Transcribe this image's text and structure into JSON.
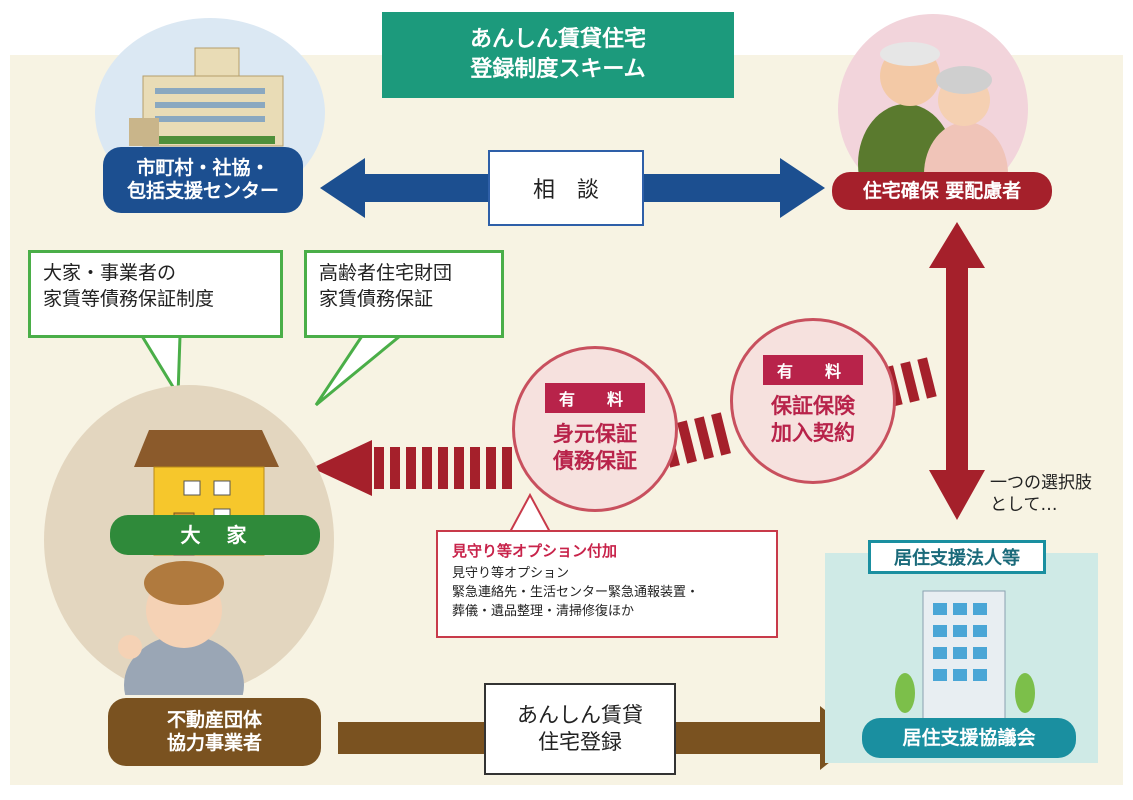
{
  "title": {
    "line1": "あんしん賃貸住宅",
    "line2": "登録制度スキーム"
  },
  "nodes": {
    "municipal": {
      "line1": "市町村・社協・",
      "line2": "包括支援センター"
    },
    "consult_label": "相　談",
    "requirer": "住宅確保 要配慮者",
    "landlord_system": {
      "line1": "大家・事業者の",
      "line2": "家賃等債務保証制度"
    },
    "elderly_foundation": {
      "line1": "高齢者住宅財団",
      "line2": "家賃債務保証"
    },
    "landlord": "大　家",
    "fee1": {
      "badge": "有　料",
      "line1": "身元保証",
      "line2": "債務保証"
    },
    "fee2": {
      "badge": "有　料",
      "line1": "保証保険",
      "line2": "加入契約"
    },
    "choice": {
      "line1": "一つの選択肢",
      "line2": "として…"
    },
    "options": {
      "title": "見守り等オプション付加",
      "line1": "見守り等オプション",
      "line2": "緊急連絡先・生活センター緊急通報装置・",
      "line3": "葬儀・遺品整理・清掃修復ほか"
    },
    "support_corp": "居住支援法人等",
    "realestate": {
      "line1": "不動産団体",
      "line2": "協力事業者"
    },
    "register": {
      "line1": "あんしん賃貸",
      "line2": "住宅登録"
    },
    "council": "居住支援協議会"
  },
  "colors": {
    "navy": "#1c4f90",
    "crimson": "#a5202b",
    "teal_title": "#1c9a7c",
    "green_pill": "#2f8a3a",
    "brown": "#7a5220",
    "teal_pill": "#1a8fa0"
  }
}
